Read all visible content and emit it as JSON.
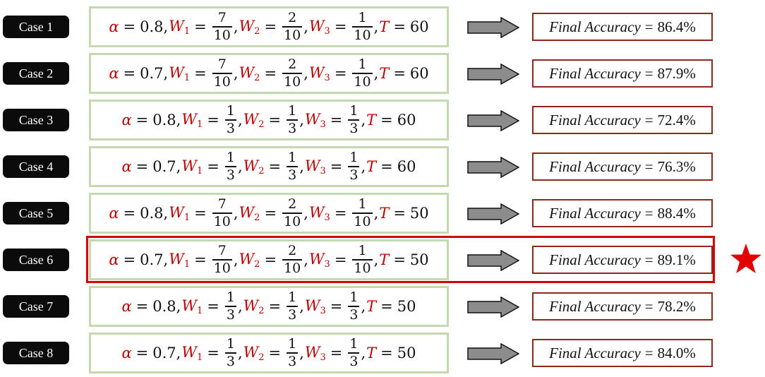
{
  "cases": [
    {
      "label": "Case 1",
      "alpha": "0.8",
      "w1": {
        "n": "7",
        "d": "10"
      },
      "w2": {
        "n": "2",
        "d": "10"
      },
      "w3": {
        "n": "1",
        "d": "10"
      },
      "T": "60",
      "result_label": "Final Accuracy",
      "accuracy": "86.4%"
    },
    {
      "label": "Case 2",
      "alpha": "0.7",
      "w1": {
        "n": "7",
        "d": "10"
      },
      "w2": {
        "n": "2",
        "d": "10"
      },
      "w3": {
        "n": "1",
        "d": "10"
      },
      "T": "60",
      "result_label": "Final Accuracy",
      "accuracy": "87.9%"
    },
    {
      "label": "Case 3",
      "alpha": "0.8",
      "w1": {
        "n": "1",
        "d": "3"
      },
      "w2": {
        "n": "1",
        "d": "3"
      },
      "w3": {
        "n": "1",
        "d": "3"
      },
      "T": "60",
      "result_label": "Final Accuracy",
      "accuracy": "72.4%"
    },
    {
      "label": "Case 4",
      "alpha": "0.7",
      "w1": {
        "n": "1",
        "d": "3"
      },
      "w2": {
        "n": "1",
        "d": "3"
      },
      "w3": {
        "n": "1",
        "d": "3"
      },
      "T": "60",
      "result_label": "Final Accuracy",
      "accuracy": "76.3%"
    },
    {
      "label": "Case 5",
      "alpha": "0.8",
      "w1": {
        "n": "7",
        "d": "10"
      },
      "w2": {
        "n": "2",
        "d": "10"
      },
      "w3": {
        "n": "1",
        "d": "10"
      },
      "T": "50",
      "result_label": "Final Accuracy",
      "accuracy": "88.4%"
    },
    {
      "label": "Case 6",
      "alpha": "0.7",
      "w1": {
        "n": "7",
        "d": "10"
      },
      "w2": {
        "n": "2",
        "d": "10"
      },
      "w3": {
        "n": "1",
        "d": "10"
      },
      "T": "50",
      "result_label": "Final Accuracy",
      "accuracy": "89.1%"
    },
    {
      "label": "Case 7",
      "alpha": "0.8",
      "w1": {
        "n": "1",
        "d": "3"
      },
      "w2": {
        "n": "1",
        "d": "3"
      },
      "w3": {
        "n": "1",
        "d": "3"
      },
      "T": "50",
      "result_label": "Final Accuracy",
      "accuracy": "78.2%"
    },
    {
      "label": "Case 8",
      "alpha": "0.7",
      "w1": {
        "n": "1",
        "d": "3"
      },
      "w2": {
        "n": "1",
        "d": "3"
      },
      "w3": {
        "n": "1",
        "d": "3"
      },
      "T": "50",
      "result_label": "Final Accuracy",
      "accuracy": "84.0%"
    }
  ],
  "best_case_marker": {
    "icon": "star-icon",
    "color": "#e00000"
  },
  "colors": {
    "variable": "#c00000",
    "formula_border": "#c4d9b0",
    "result_border": "#8b2a1a",
    "highlight": "#d40000",
    "arrow": "#8c8c8c"
  }
}
